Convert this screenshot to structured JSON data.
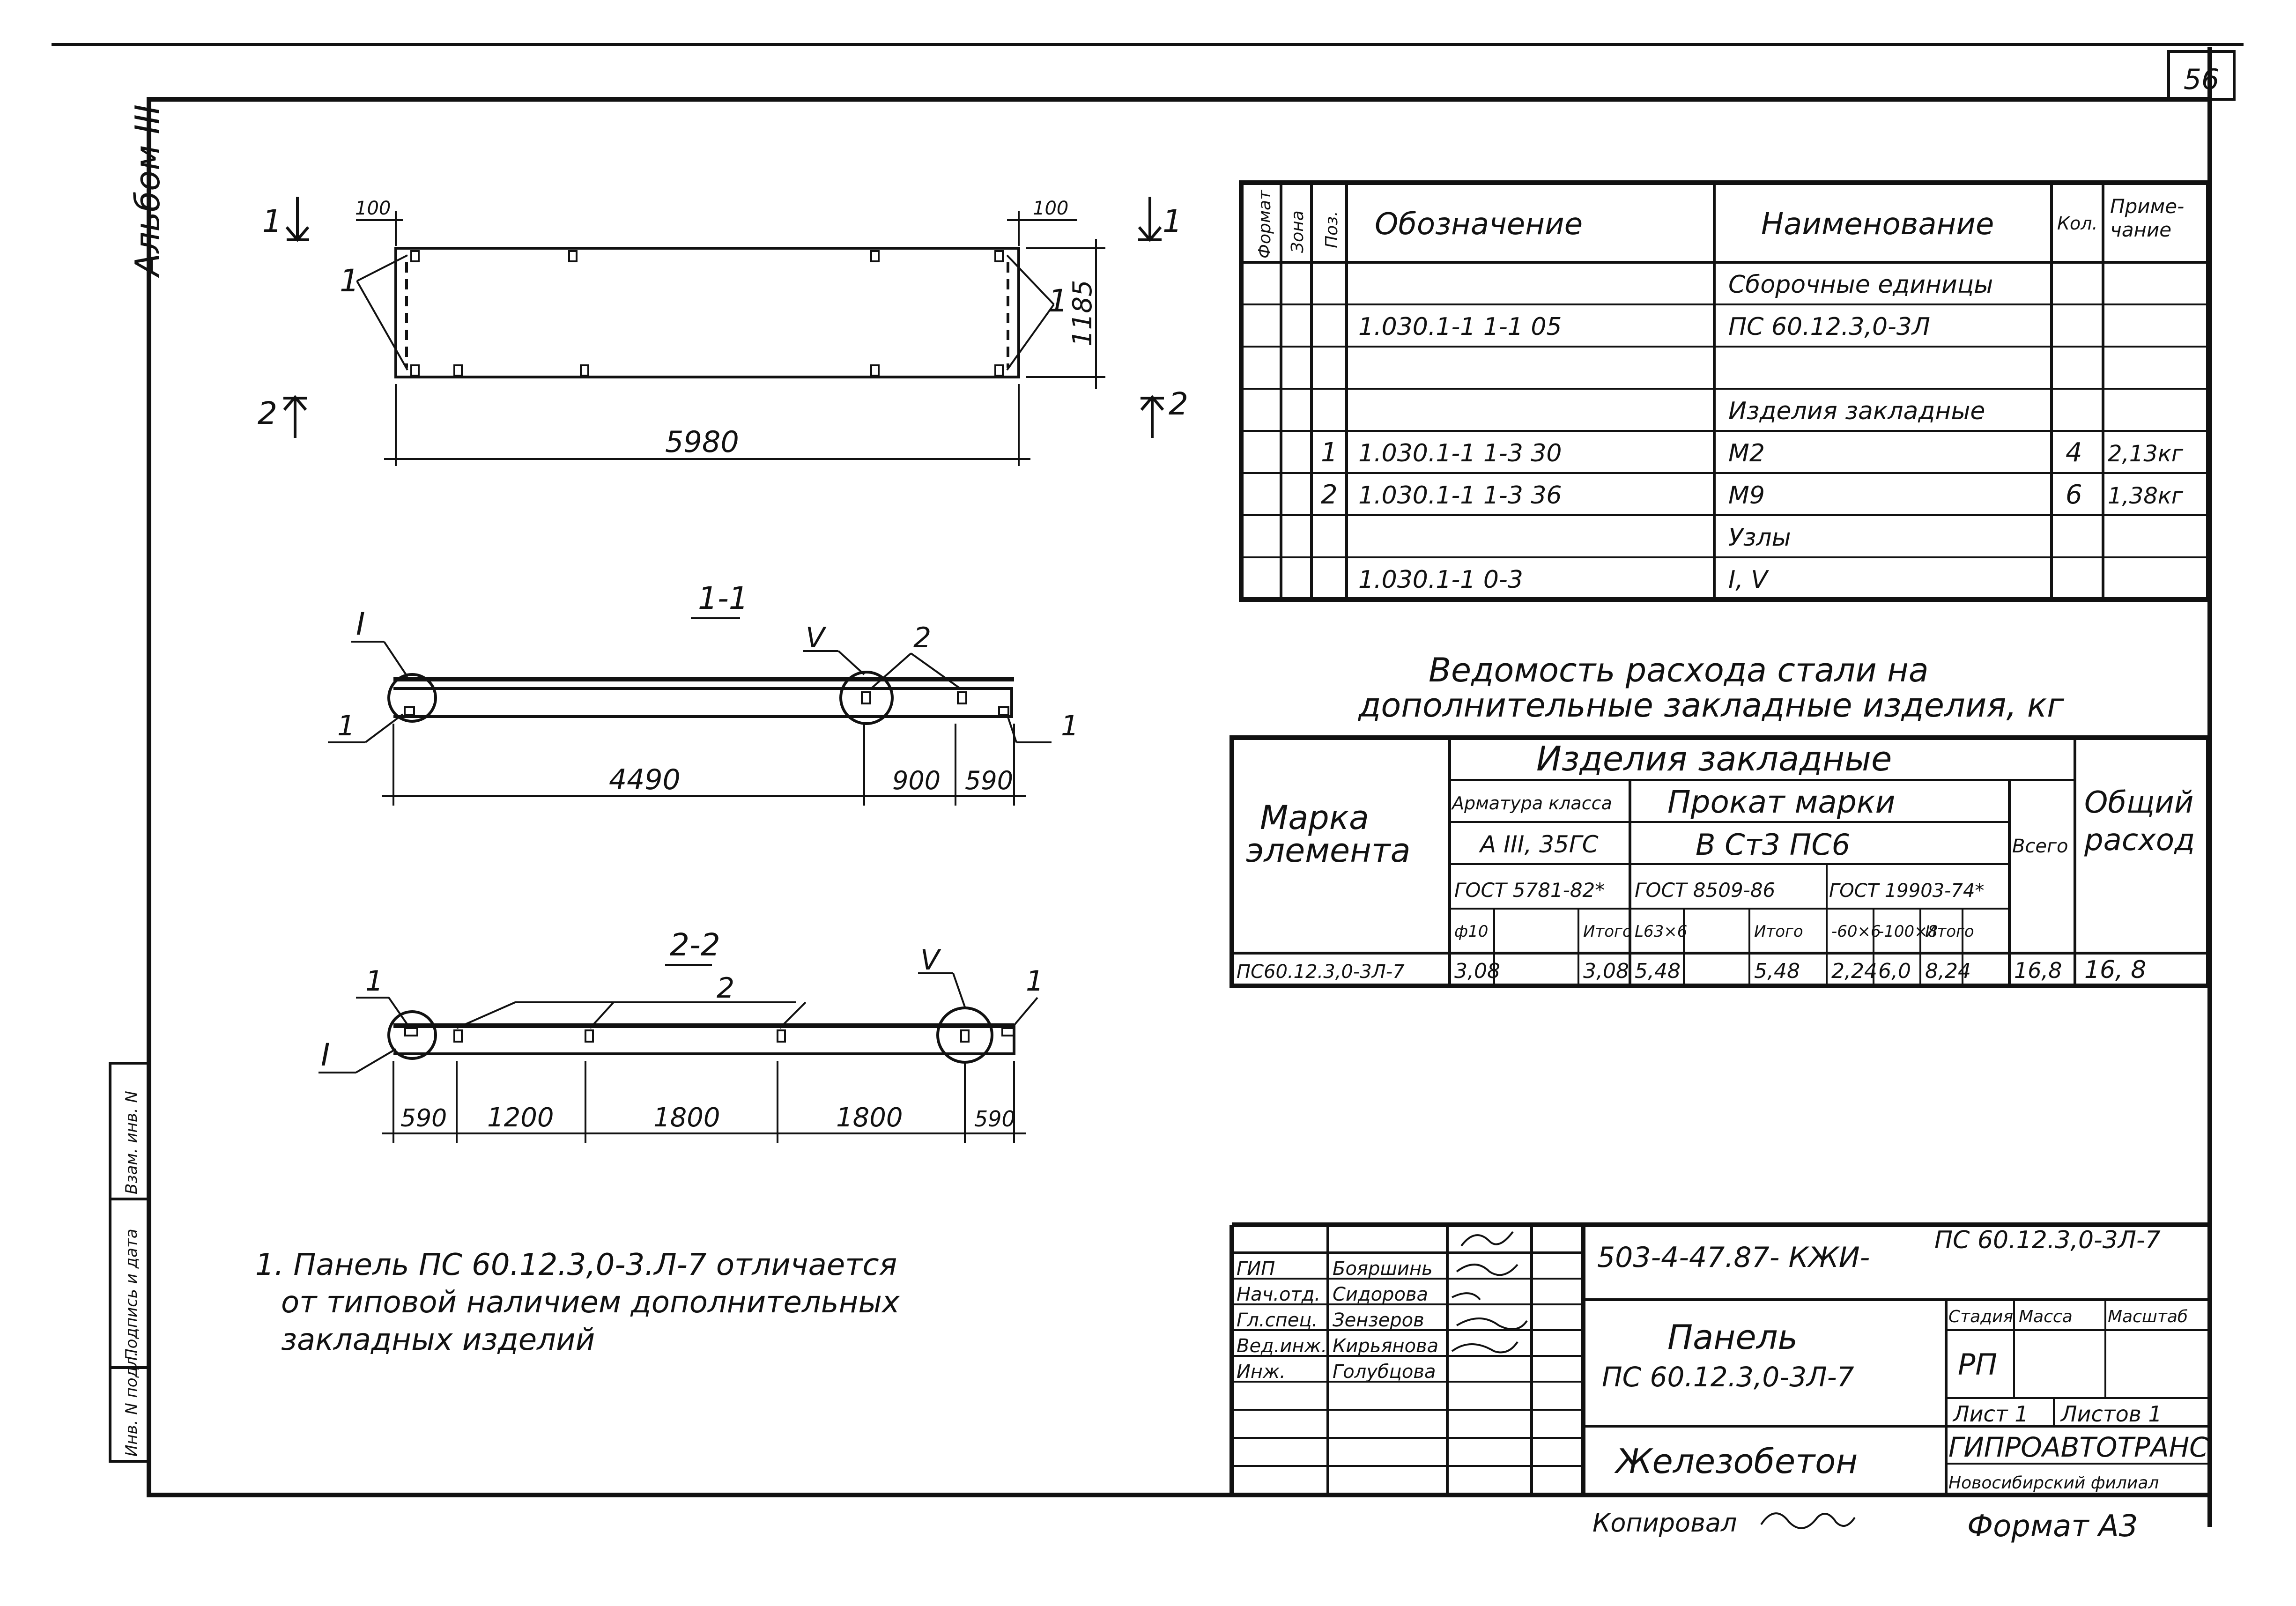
{
  "sheet": {
    "number": "56",
    "album": "Альбом III",
    "side_labels": [
      "Инв. N подл.",
      "Подпись и дата",
      "Взам. инв. N"
    ]
  },
  "plan_view": {
    "length": "5980",
    "height": "1185",
    "edge_left": "100",
    "edge_right": "100",
    "callout": "1",
    "section_marks": [
      "1",
      "2"
    ]
  },
  "section_1": {
    "title": "1-1",
    "node_left": "I",
    "node_right": "V",
    "pos_left": "1",
    "pos_mid": "2",
    "pos_right": "1",
    "dims": [
      "4490",
      "900",
      "590"
    ]
  },
  "section_2": {
    "title": "2-2",
    "node_left": "I",
    "node_right": "V",
    "pos_left": "1",
    "pos_mid": "2",
    "pos_right": "1",
    "dims": [
      "590",
      "1200",
      "1800",
      "1800",
      "590"
    ]
  },
  "spec_table": {
    "headers": [
      "Формат",
      "Зона",
      "Поз.",
      "Обозначение",
      "Наименование",
      "Кол.",
      "Приме-\nчание"
    ],
    "rows": [
      {
        "pos": "",
        "designation": "",
        "name": "Сборочные единицы",
        "qty": "",
        "note": ""
      },
      {
        "pos": "",
        "designation": "1.030.1-1 1-1 05",
        "name": "ПС 60.12.3,0-3Л",
        "qty": "",
        "note": ""
      },
      {
        "pos": "",
        "designation": "",
        "name": "",
        "qty": "",
        "note": ""
      },
      {
        "pos": "",
        "designation": "",
        "name": "Изделия закладные",
        "qty": "",
        "note": ""
      },
      {
        "pos": "1",
        "designation": "1.030.1-1 1-3 30",
        "name": "М2",
        "qty": "4",
        "note": "2,13кг"
      },
      {
        "pos": "2",
        "designation": "1.030.1-1 1-3 36",
        "name": "М9",
        "qty": "6",
        "note": "1,38кг"
      },
      {
        "pos": "",
        "designation": "",
        "name": "Узлы",
        "qty": "",
        "note": ""
      },
      {
        "pos": "",
        "designation": "1.030.1-1 0-3",
        "name": "I, V",
        "qty": "",
        "note": ""
      }
    ]
  },
  "steel_title": [
    "Ведомость расхода стали на",
    "дополнительные закладные изделия, кг"
  ],
  "steel_table": {
    "mark_header": "Марка элемента",
    "group_header": "Изделия закладные",
    "armature_header": "Арматура класса",
    "armature_class": "А III, 35ГС",
    "armature_gost": "ГОСТ 5781-82*",
    "rolled_header": "Прокат марки",
    "rolled_grade": "В Ст3 ПС6",
    "rolled_gost_1": "ГОСТ 8509-86",
    "rolled_gost_2": "ГОСТ 19903-74*",
    "total_header": "Всего",
    "overall_header": "Общий расход",
    "sub_headers": [
      "ф10",
      "",
      "Итого",
      "L63×6",
      "",
      "Итого",
      "-60×6",
      "-100×8",
      "Итого"
    ],
    "row": {
      "mark": "ПС60.12.3,0-3Л-7",
      "values": [
        "3,08",
        "",
        "3,08",
        "5,48",
        "",
        "5,48",
        "2,24",
        "6,0",
        "8,24"
      ],
      "total": "16,8",
      "overall": "16, 8"
    }
  },
  "note": [
    "1. Панель ПС 60.12.3,0-3.Л-7 отличается",
    "от типовой наличием дополнительных",
    "закладных изделий"
  ],
  "title_block": {
    "roles": [
      "ГИП",
      "Нач.отд.",
      "Гл.спец.",
      "Вед.инж.",
      "Инж."
    ],
    "names": [
      "Бояршинь",
      "Сидорова",
      "Зензеров",
      "Кирьянова",
      "Голубцова"
    ],
    "code": "503-4-47.87- КЖИ-",
    "code_suffix": "ПС 60.12.3,0-3Л-7",
    "title_line1": "Панель",
    "title_line2": "ПС 60.12.3,0-3Л-7",
    "material": "Железобетон",
    "stage_header": "Стадия",
    "mass_header": "Масса",
    "scale_header": "Масштаб",
    "stage": "РП",
    "sheet": "Лист 1",
    "sheets": "Листов 1",
    "org": "ГИПРОАВТОТРАНС",
    "branch": "Новосибирский филиал"
  },
  "footer": {
    "copied": "Копировал",
    "format": "Формат А3"
  }
}
